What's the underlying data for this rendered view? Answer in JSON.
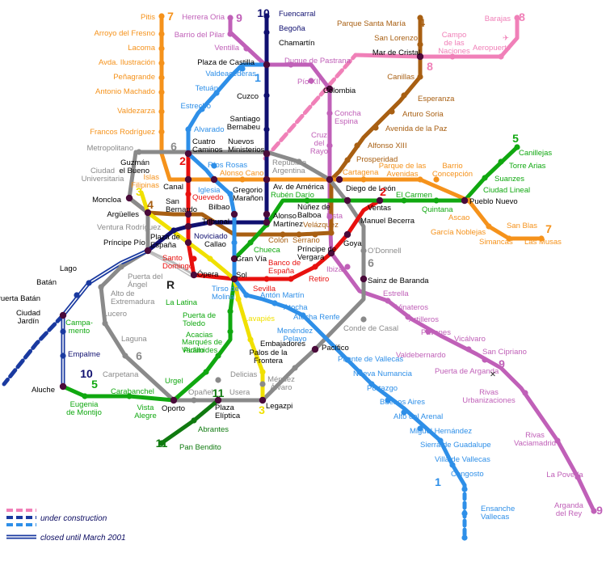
{
  "colors": {
    "l1": "#2e8fe8",
    "l2": "#e8100e",
    "l3": "#f0e000",
    "l4": "#a85f12",
    "l5": "#10a810",
    "l6": "#8a8a8a",
    "l7": "#f5921b",
    "l8": "#f080b8",
    "l9": "#c060b8",
    "l10": "#101070",
    "l11": "#107a10",
    "r": "#bbbbbb",
    "lago": "#1a3aa0",
    "interchange": "#4a0a3a"
  },
  "line_numbers": {
    "l1_top": "1",
    "l1_bottom": "1",
    "l2": "2",
    "l2_east": "2",
    "l3_west": "3",
    "l3_south": "3",
    "l4_west": "4",
    "l4_north": "4",
    "l5_east": "5",
    "l5_west": "5",
    "l6_north": "6",
    "l6_east": "6",
    "l6_south": "6",
    "l7_north": "7",
    "l7_east": "7",
    "l8_north": "8",
    "l8_mid": "8",
    "l9_north": "9",
    "l9_mid": "9",
    "l9_south": "9",
    "l10_north": "10",
    "l10_south": "10",
    "l11_a": "11",
    "l11_b": "11",
    "r": "R"
  },
  "stations": {
    "pitis": "Pitis",
    "arroyo": "Arroyo del Fresno",
    "lacoma": "Lacoma",
    "ilustracion": "Avda. Ilustración",
    "penagrande": "Peñagrande",
    "machado": "Antonio Machado",
    "valdezarza": "Valdezarza",
    "francos": "Francos Rodríguez",
    "herrera": "Herrera Oria",
    "barrio_pilar": "Barrio del Pilar",
    "ventilla": "Ventilla",
    "fuencarral": "Fuencarral",
    "begona": "Begoña",
    "chamartin": "Chamartín",
    "parque_sm": "Parque Santa María",
    "san_lorenzo": "San Lorenzo",
    "mar_cristal": "Mar de Cristal",
    "canillas": "Canillas",
    "campo_naciones": "Campo\nde las\nNaciones",
    "aeropuerto": "Aeropuerto",
    "barajas": "Barajas",
    "plaza_castilla": "Plaza de Castilla",
    "valdeacederas": "Valdeacederas",
    "duque_pastrana": "Duque de Pastrana",
    "pio_xii": "Pío XII",
    "tetuan": "Tetuán",
    "colombia": "Colombia",
    "cuzco": "Cuzco",
    "estrecho": "Estrecho",
    "esperanza": "Esperanza",
    "arturo_soria": "Arturo Soria",
    "avda_paz": "Avenida de la Paz",
    "santiago_bernabeu": "Santiago\nBernabeu",
    "concha_espina": "Concha\nEspina",
    "alvarado": "Alvarado",
    "alfonso_xiii": "Alfonso XIII",
    "cruz_rayo": "Cruz\ndel\nRayo",
    "prosperidad": "Prosperidad",
    "metropolitano": "Metropolitano",
    "cuatro_caminos": "Cuatro\nCaminos",
    "nuevos_ministerios": "Nuevos\nMinisterios",
    "ciudad_universitaria": "Ciudad\nUniversitaria",
    "guzman": "Guzmán\nel Bueno",
    "rios_rosas": "Ríos Rosas",
    "alonso_cano": "Alonso Cano",
    "republica_argentina": "República\nArgentina",
    "cartagena": "Cartagena",
    "parque_avenidas": "Parque de las\nAvenidas",
    "barrio_concepcion": "Barrio\nConcepción",
    "canillejas": "Canillejas",
    "torre_arias": "Torre Arias",
    "suanzes": "Suanzes",
    "ciudad_lineal": "Ciudad Lineal",
    "islas_filipinas": "Islas\nFilipinas",
    "canal": "Canal",
    "iglesia": "Iglesia",
    "gregorio_maranon": "Gregorio\nMarañon",
    "avda_america": "Av. de América",
    "ruben_dario": "Rubén Darío",
    "diego_leon": "Diego de León",
    "el_carmen": "El Carmen",
    "quintana": "Quintana",
    "pueblo_nuevo": "Pueblo Nuevo",
    "moncloa": "Moncloa",
    "san_bernardo": "San\nBernardo",
    "quevedo": "Quevedo",
    "bilbao": "Bilbao",
    "nunez_balboa": "Núñez de\nBalboa",
    "lista": "Lista",
    "ventas": "Ventas",
    "manuel_becerra": "Manuel Becerra",
    "arguelles": "Argüelles",
    "tribunal": "Tribunal",
    "alonso_martinez": "Alonso\nMartínez",
    "velazquez": "Velázquez",
    "ascao": "Ascao",
    "garcia_noblejas": "García Noblejas",
    "san_blas": "San Blas",
    "simancas": "Simancas",
    "las_musas": "Las Musas",
    "ventura_rodriguez": "Ventura Rodríguez",
    "noviciado": "Noviciado",
    "colon": "Colón",
    "serrano": "Serrano",
    "goya": "Goya",
    "principe_pio": "Príncipe Pío",
    "plaza_espana": "Plaza de\nEspaña",
    "callao": "Callao",
    "chueca": "Chueca",
    "principe_vergara": "Príncipe de\nVergara",
    "odonnell": "O'Donnell",
    "lago": "Lago",
    "santo_domingo": "Santo\nDomingo",
    "gran_via": "Gran Vía",
    "banco_espana": "Banco de\nEspaña",
    "puerta_angel": "Puerta del\nÁngel",
    "opera": "Ópera",
    "sol": "Sol",
    "retiro": "Retiro",
    "ibiza": "Ibiza",
    "sainz_baranda": "Sainz de Baranda",
    "batan": "Batán",
    "alto_extremadura": "Alto de\nExtremadura",
    "sevilla": "Sevilla",
    "tirso_molina": "Tirso de\nMolina",
    "estrella": "Estrella",
    "puerta_batan": "Puerta Batán",
    "lucero": "Lucero",
    "la_latina": "La Latina",
    "anton_martin": "Antón Martín",
    "vinateros": "Vinateros",
    "atocha": "Atocha",
    "artilleros": "Artilleros",
    "ciudad_jardin": "Ciudad\nJardín",
    "campamento": "Campa-\nmento",
    "puerta_toledo": "Puerta de\nToledo",
    "lavapies": "Lavapiés",
    "atocha_renfe": "Atocha Renfe",
    "pavones": "Pavones",
    "vicalvaro": "Vicálvaro",
    "empalme": "Empalme",
    "laguna": "Laguna",
    "acacias": "Acacias",
    "embajadores": "Embajadores",
    "menendez_pelayo": "Menéndez\nPelayo",
    "conde_casal": "Conde de Casal",
    "marques_vadillo": "Marqués de\nVadillo",
    "piramides": "Pirámides",
    "palos_frontera": "Palos de la\nFrontera",
    "pacifico": "Pacífico",
    "valdebernardo": "Valdebernardo",
    "san_cipriano": "San Cipriano",
    "puente_vallecas": "Puente de Vallecas",
    "puerta_arganda": "Puerta de Arganda",
    "carpetana": "Carpetana",
    "urgel": "Urgel",
    "delicias": "Delicias",
    "mendez_alvaro": "Méndez\nÁlvaro",
    "nueva_numancia": "Nueva Numancia",
    "rivas_urb": "Rivas\nUrbanizaciones",
    "aluche": "Aluche",
    "carabanchel": "Carabanchel",
    "opanel": "Opañel",
    "usera": "Usera",
    "portazgo": "Portazgo",
    "eugenia": "Eugenia\nde Montijo",
    "vista_alegre": "Vista\nAlegre",
    "oporto": "Oporto",
    "plaza_eliptica": "Plaza\nElíptica",
    "legazpi": "Legazpi",
    "buenos_aires": "Buenos Aires",
    "alto_arenal": "Alto del Arenal",
    "miguel_hernandez": "Miguel Hernández",
    "rivas_vacia": "Rivas\nVaciamadrid",
    "abrantes": "Abrantes",
    "sierra_guadalupe": "Sierra de Guadalupe",
    "villa_vallecas": "Villa de Vallecas",
    "pan_bendito": "Pan Bendito",
    "congosto": "Congosto",
    "la_poveda": "La Poveda",
    "ensanche_vallecas": "Ensanche\nVallecas",
    "arganda_rey": "Arganda\ndel Rey"
  },
  "legend": {
    "under_construction": "under construction",
    "closed": "closed until March 2001"
  }
}
